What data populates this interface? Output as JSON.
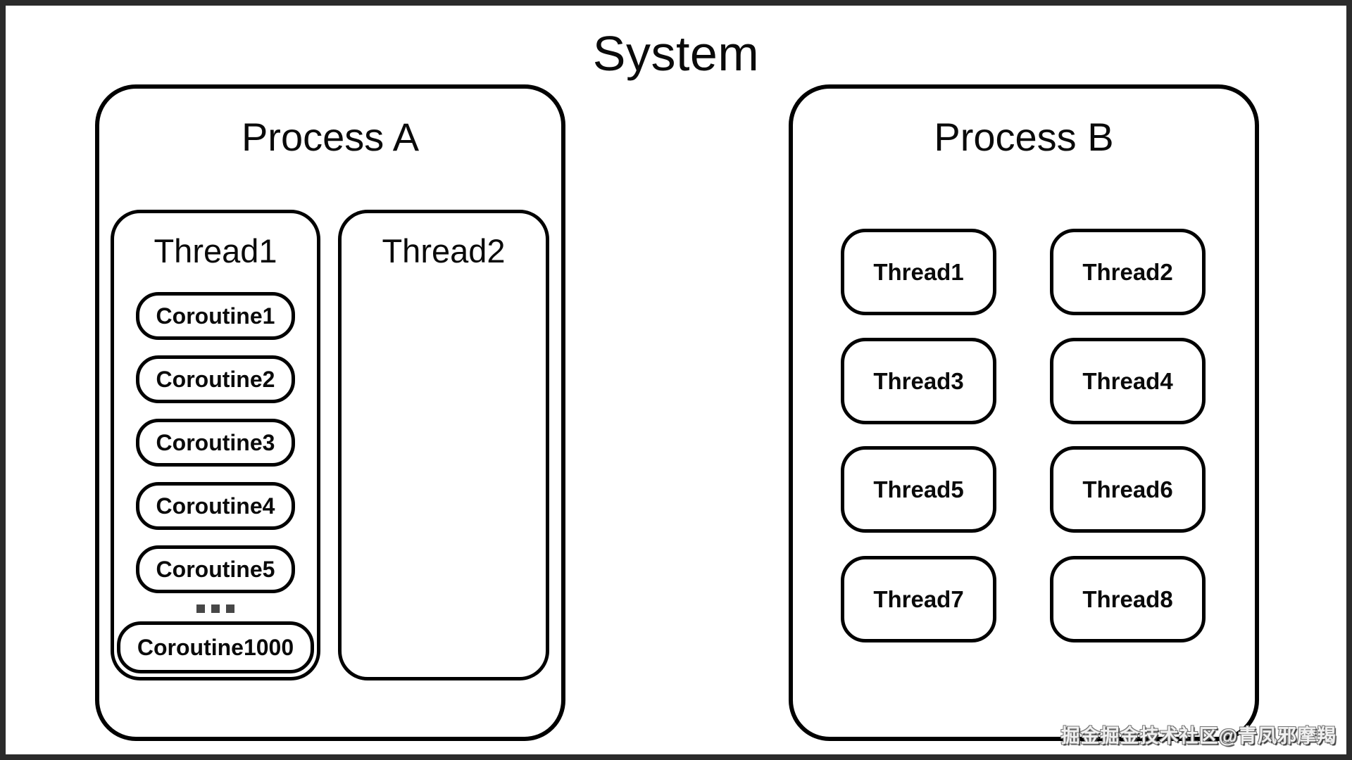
{
  "title": "System",
  "colors": {
    "frame": "#2b2b2b",
    "stroke": "#000000",
    "background": "#ffffff",
    "ellipsis_dot": "#474747"
  },
  "process_a": {
    "label": "Process A",
    "thread1": {
      "label": "Thread1",
      "coroutines": [
        "Coroutine1",
        "Coroutine2",
        "Coroutine3",
        "Coroutine4",
        "Coroutine5"
      ],
      "ellipsis": "...",
      "last_coroutine": "Coroutine1000"
    },
    "thread2": {
      "label": "Thread2"
    }
  },
  "process_b": {
    "label": "Process B",
    "threads": [
      "Thread1",
      "Thread2",
      "Thread3",
      "Thread4",
      "Thread5",
      "Thread6",
      "Thread7",
      "Thread8"
    ]
  },
  "watermark": "掘金掘金技术社区@青凤邪摩羯"
}
